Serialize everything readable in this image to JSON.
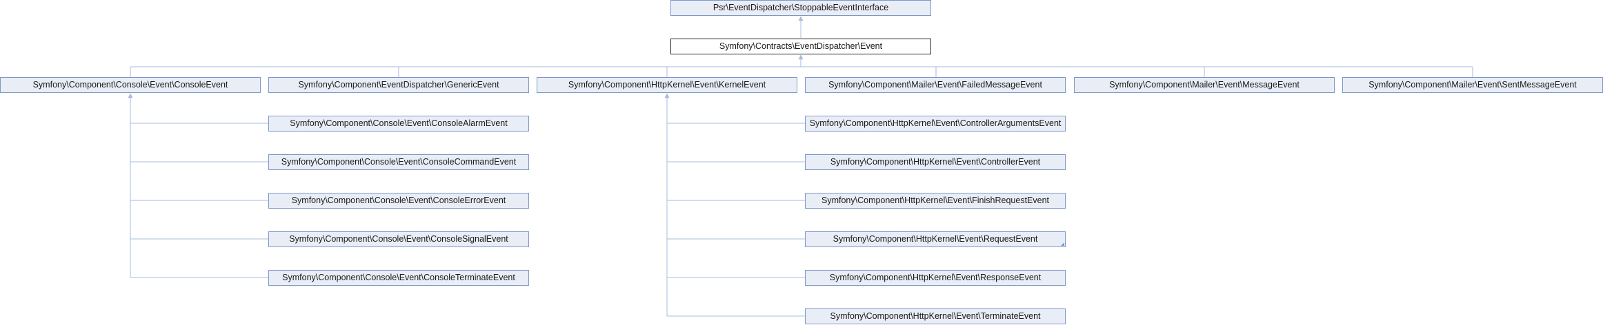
{
  "diagram": {
    "root": "Psr\\EventDispatcher\\StoppableEventInterface",
    "current": "Symfony\\Contracts\\EventDispatcher\\Event",
    "direct_children": [
      "Symfony\\Component\\Console\\Event\\ConsoleEvent",
      "Symfony\\Component\\EventDispatcher\\GenericEvent",
      "Symfony\\Component\\HttpKernel\\Event\\KernelEvent",
      "Symfony\\Component\\Mailer\\Event\\FailedMessageEvent",
      "Symfony\\Component\\Mailer\\Event\\MessageEvent",
      "Symfony\\Component\\Mailer\\Event\\SentMessageEvent"
    ],
    "console_children": [
      "Symfony\\Component\\Console\\Event\\ConsoleAlarmEvent",
      "Symfony\\Component\\Console\\Event\\ConsoleCommandEvent",
      "Symfony\\Component\\Console\\Event\\ConsoleErrorEvent",
      "Symfony\\Component\\Console\\Event\\ConsoleSignalEvent",
      "Symfony\\Component\\Console\\Event\\ConsoleTerminateEvent"
    ],
    "kernel_children": [
      "Symfony\\Component\\HttpKernel\\Event\\ControllerArgumentsEvent",
      "Symfony\\Component\\HttpKernel\\Event\\ControllerEvent",
      "Symfony\\Component\\HttpKernel\\Event\\FinishRequestEvent",
      "Symfony\\Component\\HttpKernel\\Event\\RequestEvent",
      "Symfony\\Component\\HttpKernel\\Event\\ResponseEvent",
      "Symfony\\Component\\HttpKernel\\Event\\TerminateEvent"
    ]
  },
  "colors": {
    "node_fill": "#e8edf6",
    "node_border": "#7e97c9",
    "edge": "#a7bbdc",
    "current_border": "#222222"
  }
}
